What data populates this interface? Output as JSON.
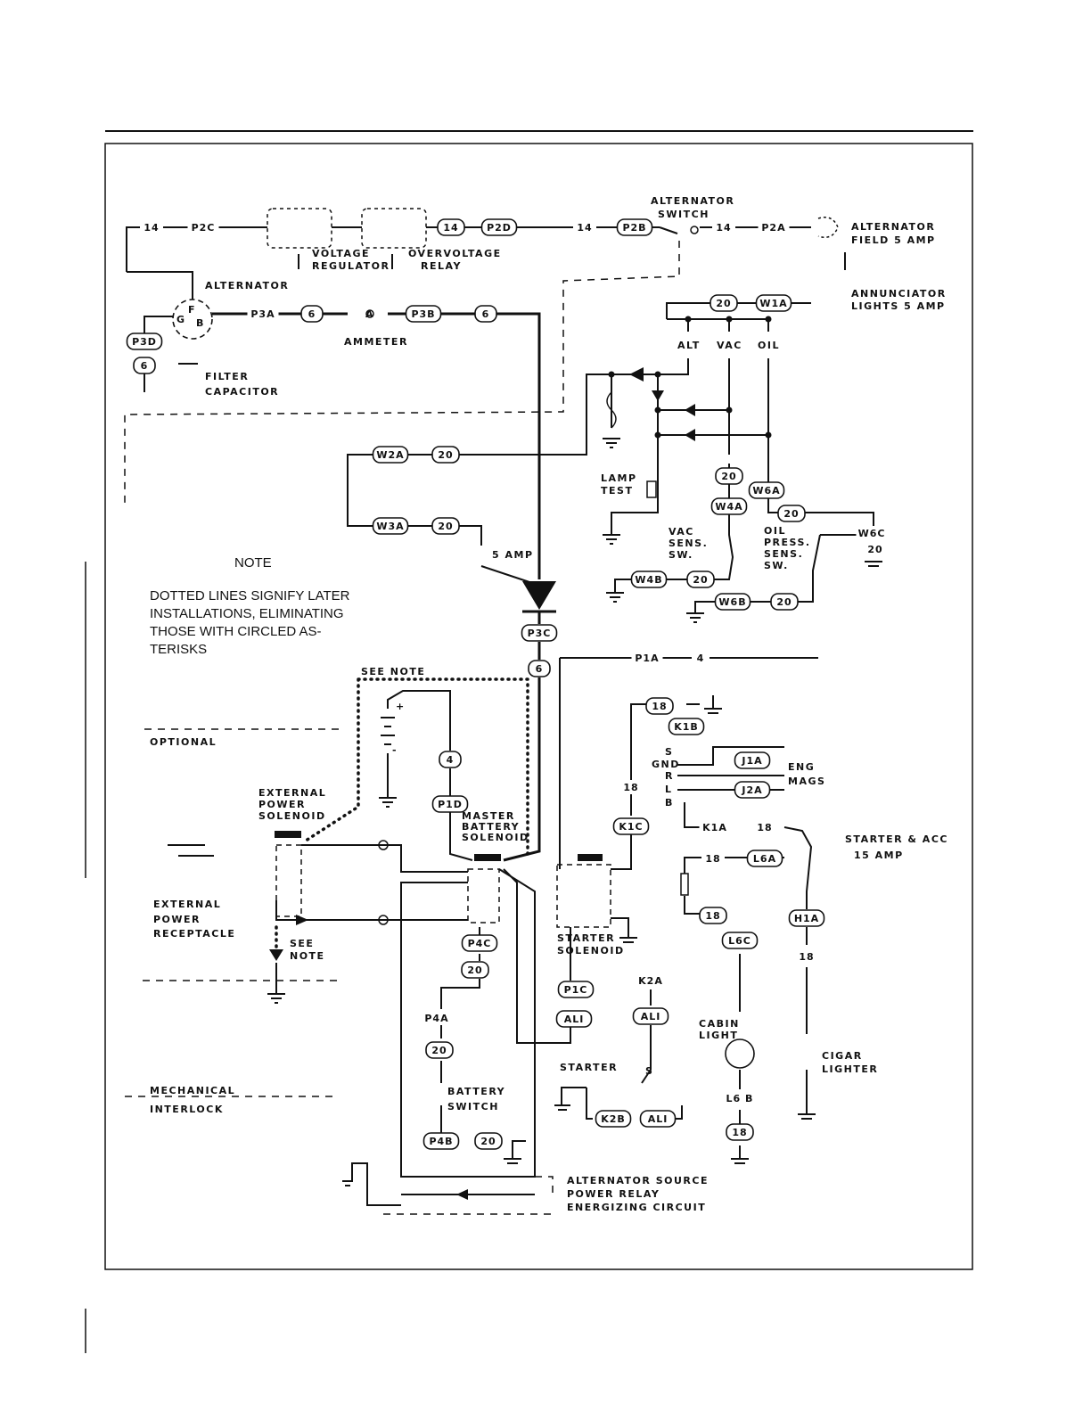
{
  "labels": {
    "alternator_switch": [
      "ALTERNATOR",
      "SWITCH"
    ],
    "alternator_field": [
      "ALTERNATOR",
      "FIELD 5 AMP"
    ],
    "voltage_regulator": [
      "VOLTAGE",
      "REGULATOR"
    ],
    "overvoltage_relay": [
      "OVERVOLTAGE",
      "RELAY"
    ],
    "alternator": "ALTERNATOR",
    "alt_terms": [
      "F",
      "G",
      "B"
    ],
    "ammeter": "AMMETER",
    "ammeter_a": "A",
    "filter_capacitor": [
      "FILTER",
      "CAPACITOR"
    ],
    "annunciator": [
      "ANNUNCIATOR",
      "LIGHTS 5 AMP"
    ],
    "alt": "ALT",
    "vac": "VAC",
    "oil": "OIL",
    "lamp_test": [
      "LAMP",
      "TEST"
    ],
    "vac_sens": [
      "VAC",
      "SENS.",
      "SW."
    ],
    "oil_press": [
      "OIL",
      "PRESS.",
      "SENS.",
      "SW."
    ],
    "five_amp": "5 AMP",
    "note_title": "NOTE",
    "note_lines": [
      "DOTTED LINES SIGNIFY LATER",
      "INSTALLATIONS, ELIMINATING",
      "THOSE  WITH  CIRCLED  AS-",
      "TERISKS"
    ],
    "see_note_top": "SEE NOTE",
    "optional": "OPTIONAL",
    "ext_power_solenoid": [
      "EXTERNAL",
      "POWER",
      "SOLENOID"
    ],
    "master_battery_solenoid": [
      "MASTER",
      "BATTERY",
      "SOLENOID"
    ],
    "ext_power_receptacle": [
      "EXTERNAL",
      "POWER",
      "RECEPTACLE"
    ],
    "see_note_bottom": [
      "SEE",
      "NOTE"
    ],
    "mechanical_interlock": [
      "MECHANICAL",
      "INTERLOCK"
    ],
    "battery_switch": [
      "BATTERY",
      "SWITCH"
    ],
    "starter_solenoid": [
      "STARTER",
      "SOLENOID"
    ],
    "starter": "STARTER",
    "starter_s": "S",
    "mag_terms": [
      "S",
      "GND",
      "R",
      "L",
      "B"
    ],
    "eng_mags": [
      "ENG",
      "MAGS"
    ],
    "starter_acc": [
      "STARTER & ACC",
      "15  AMP"
    ],
    "cabin_light": [
      "CABIN",
      "LIGHT"
    ],
    "cigar_lighter": [
      "CIGAR",
      "LIGHTER"
    ],
    "alt_source_relay": [
      "ALTERNATOR  SOURCE",
      "POWER  RELAY",
      "ENERGIZING  CIRCUIT"
    ],
    "plus": "+",
    "minus": "-"
  },
  "wires": {
    "w14a": "14",
    "p2c": "P2C",
    "w14b": "14",
    "p2d": "P2D",
    "w14c": "14",
    "p2b": "P2B",
    "w14d": "14",
    "p2a": "P2A",
    "p3a": "P3A",
    "w6a": "6",
    "p3b": "P3B",
    "w6b": "6",
    "p3d": "P3D",
    "w6c": "6",
    "w20a": "20",
    "w1a": "W1A",
    "w2a": "W2A",
    "w20b": "20",
    "w3a": "W3A",
    "w20c": "20",
    "w20d": "20",
    "w4a": "W4A",
    "w6a_lbl": "W6A",
    "w20e": "20",
    "w6c_lbl": "W6C",
    "w20f": "20",
    "w4b": "W4B",
    "w20g": "20",
    "w6b_lbl": "W6B",
    "w20h": "20",
    "p3c": "P3C",
    "w6d": "6",
    "p1a": "P1A",
    "w4": "4",
    "w4b2": "4",
    "p1d": "P1D",
    "w18a": "18",
    "k1b": "K1B",
    "j1a": "J1A",
    "j2a": "J2A",
    "w18b": "18",
    "k1c": "K1C",
    "k1a": "K1A",
    "w18c": "18",
    "w18d": "18",
    "l6a": "L6A",
    "w18e": "18",
    "l6c": "L6C",
    "h1a": "H1A",
    "w18f": "18",
    "p4c": "P4C",
    "w20i": "20",
    "p4a": "P4A",
    "w20j": "20",
    "p4b": "P4B",
    "w20k": "20",
    "p1c": "P1C",
    "al1a": "ALI",
    "k2a": "K2A",
    "al1b": "ALI",
    "k2b": "K2B",
    "al1c": "ALI",
    "l6b": "L6 B",
    "w18g": "18"
  }
}
